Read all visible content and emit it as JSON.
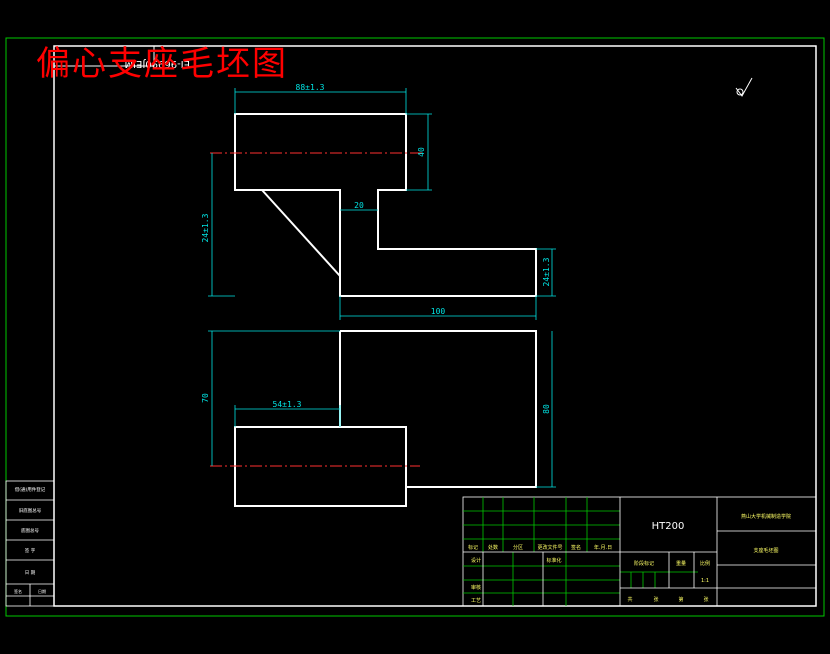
{
  "title": "偏心支座毛坯图",
  "drawing_number": "EI-96990JEIM",
  "dimensions": {
    "top_width": "88±1.3",
    "top_height": "40",
    "left_height": "24±1.3",
    "gap": "20",
    "right_height": "24±1.3",
    "base_width": "100",
    "lower_height": "70",
    "lower_inner": "54±1.3",
    "lower_right": "80"
  },
  "title_block": {
    "material": "HT200",
    "school": "燕山大学机械制造学院",
    "part_name": "支座毛坯图",
    "headers": [
      "标记",
      "处数",
      "分区",
      "更改文件号",
      "签名",
      "年.月.日"
    ],
    "row_labels": [
      "设计",
      "审核",
      "工艺"
    ],
    "std_label": "标准化",
    "stage_label": "阶段标记",
    "weight_label": "重量",
    "scale_label": "比例",
    "scale_value": "1:1",
    "sheets": [
      "共",
      "张",
      "第",
      "张"
    ]
  },
  "left_strip": [
    "借(通)用件登记",
    "旧底图总号",
    "底图总号",
    "签  字",
    "日  期",
    "签名",
    "日期"
  ],
  "colors": {
    "border": "#ffffff",
    "dim": "#00e5e5",
    "centerline": "#ff3030",
    "title": "#ff0000",
    "grid": "#00c800",
    "label": "#ffff66"
  }
}
